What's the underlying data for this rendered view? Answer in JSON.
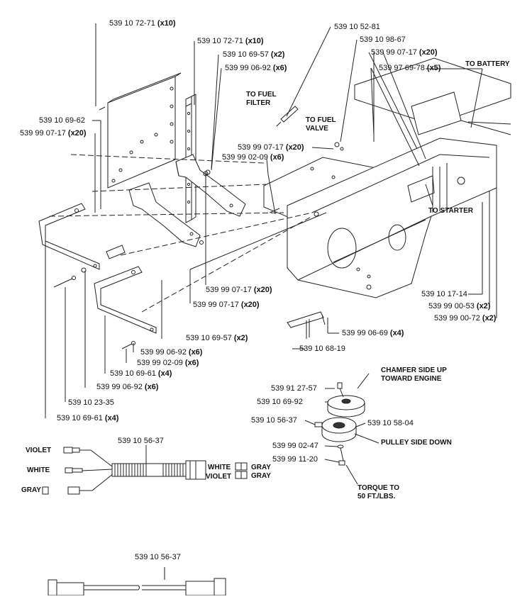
{
  "callouts": [
    {
      "part": "539 10 72-71",
      "qty": "(x10)"
    },
    {
      "part": "539 10 72-71",
      "qty": "(x10)"
    },
    {
      "part": "539 10 69-57",
      "qty": "(x2)"
    },
    {
      "part": "539 99 06-92",
      "qty": "(x6)"
    },
    {
      "part": "539 10 69-62",
      "qty": ""
    },
    {
      "part": "539 99 07-17",
      "qty": "(x20)"
    },
    {
      "part": "539 10 52-81",
      "qty": ""
    },
    {
      "part": "539 10 98-67",
      "qty": ""
    },
    {
      "part": "539 99 07-17",
      "qty": "(x20)"
    },
    {
      "part": "539 97 69-78",
      "qty": "(x5)"
    },
    {
      "part": "539 99 07-17",
      "qty": "(x20)"
    },
    {
      "part": "539 99 02-09",
      "qty": "(x6)"
    },
    {
      "part": "539 99 07-17",
      "qty": "(x20)"
    },
    {
      "part": "539 99 07-17",
      "qty": "(x20)"
    },
    {
      "part": "539 10 69-57",
      "qty": "(x2)"
    },
    {
      "part": "539 99 06-92",
      "qty": "(x6)"
    },
    {
      "part": "539 99 02-09",
      "qty": "(x6)"
    },
    {
      "part": "539 10 69-61",
      "qty": "(x4)"
    },
    {
      "part": "539 99 06-92",
      "qty": "(x6)"
    },
    {
      "part": "539 10 23-35",
      "qty": ""
    },
    {
      "part": "539 10 69-61",
      "qty": "(x4)"
    },
    {
      "part": "539 10 17-14",
      "qty": ""
    },
    {
      "part": "539 99 00-53",
      "qty": "(x2)"
    },
    {
      "part": "539 99 00-72",
      "qty": "(x2)"
    },
    {
      "part": "539 99 06-69",
      "qty": "(x4)"
    },
    {
      "part": "539 10 68-19",
      "qty": ""
    },
    {
      "part": "539 91 27-57",
      "qty": ""
    },
    {
      "part": "539 10 69-92",
      "qty": ""
    },
    {
      "part": "539 10 56-37",
      "qty": ""
    },
    {
      "part": "539 10 58-04",
      "qty": ""
    },
    {
      "part": "539 99 02-47",
      "qty": ""
    },
    {
      "part": "539 99 11-20",
      "qty": ""
    },
    {
      "part": "539 10 56-37",
      "qty": ""
    },
    {
      "part": "539 10 56-37",
      "qty": ""
    }
  ],
  "notes": {
    "fuel_filter": [
      "TO FUEL",
      "FILTER"
    ],
    "fuel_valve": [
      "TO FUEL",
      "VALVE"
    ],
    "battery": "TO BATTERY",
    "starter": "TO STARTER",
    "chamfer": [
      "CHAMFER SIDE UP",
      "TOWARD ENGINE"
    ],
    "pulley": "PULLEY SIDE DOWN",
    "torque": [
      "TORQUE TO",
      "50 FT./LBS."
    ]
  },
  "wires": {
    "violet": "VIOLET",
    "white": "WHITE",
    "gray": "GRAY",
    "plug_white": "WHITE",
    "plug_violet": "VIOLET",
    "plug_gray1": "GRAY",
    "plug_gray2": "GRAY"
  }
}
